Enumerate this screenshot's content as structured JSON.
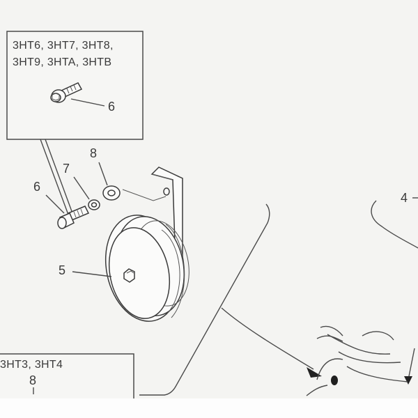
{
  "box_top": {
    "line1": "3HT6, 3HT7, 3HT8,",
    "line2": "3HT9, 3HTA, 3HTB"
  },
  "box_bottom": {
    "line1": "3HT3, 3HT4",
    "line2": "8"
  },
  "callouts": {
    "bolt_in_box": "6",
    "bolt": "6",
    "lock_washer": "7",
    "washer": "8",
    "horn": "5",
    "ref_4": "4"
  }
}
